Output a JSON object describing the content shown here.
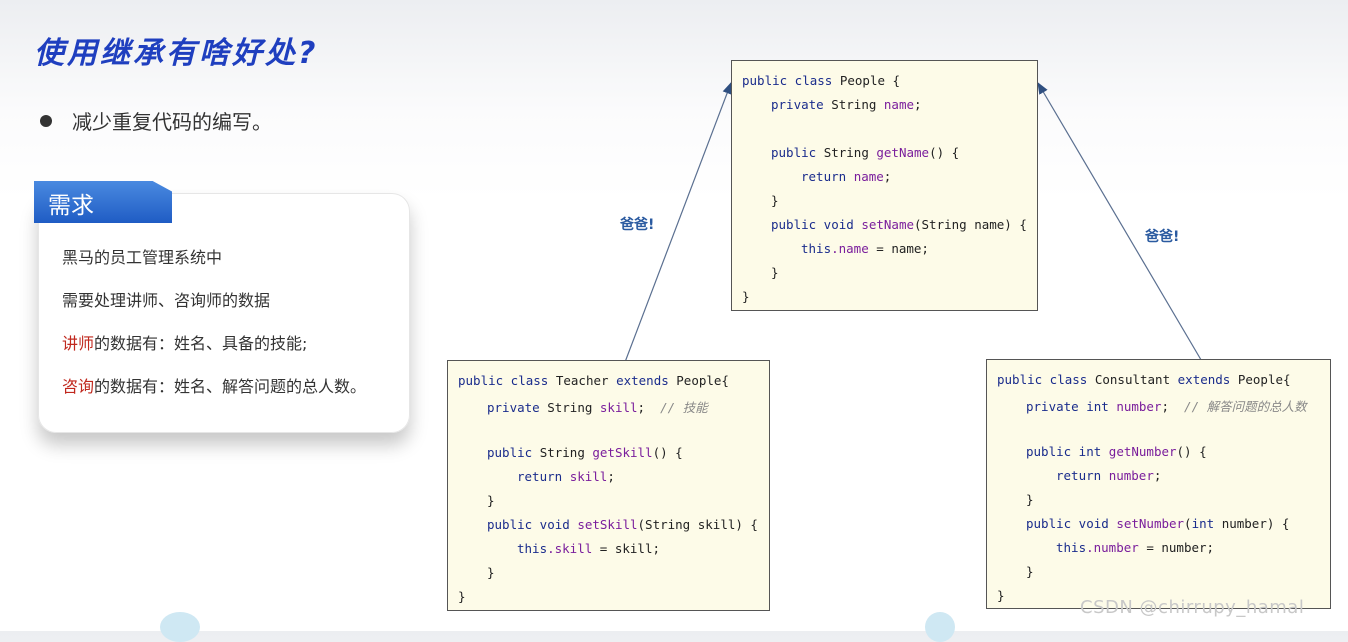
{
  "title": "使用继承有啥好处?",
  "bullet": "减少重复代码的编写。",
  "card": {
    "tag": "需求",
    "line1": "黑马的员工管理系统中",
    "line2": "需要处理讲师、咨询师的数据",
    "line3_hl": "讲师",
    "line3_rest": "的数据有：姓名、具备的技能;",
    "line4_hl": "咨询",
    "line4_rest": "的数据有：姓名、解答问题的总人数。"
  },
  "arrow_labels": {
    "left": "爸爸!",
    "right": "爸爸!"
  },
  "people": {
    "l1a": "public class ",
    "l1b": "People {",
    "l2a": "private ",
    "l2b": "String ",
    "l2c": "name",
    "l2d": ";",
    "l3a": "public ",
    "l3b": "String ",
    "l3c": "getName",
    "l3d": "() {",
    "l4a": "return ",
    "l4b": "name",
    "l4c": ";",
    "l5": "}",
    "l6a": "public void ",
    "l6b": "setName",
    "l6c": "(String name) {",
    "l7a": "this",
    "l7b": ".name",
    "l7c": " = name;",
    "l8": "}",
    "l9": "}"
  },
  "teacher": {
    "l1a": "public class ",
    "l1b": "Teacher ",
    "l1c": "extends ",
    "l1d": "People{",
    "l2a": "private ",
    "l2b": "String ",
    "l2c": "skill",
    "l2d": ";  ",
    "l2e": "// 技能",
    "l3a": "public ",
    "l3b": "String ",
    "l3c": "getSkill",
    "l3d": "() {",
    "l4a": "return ",
    "l4b": "skill",
    "l4c": ";",
    "l5": "}",
    "l6a": "public void ",
    "l6b": "setSkill",
    "l6c": "(String skill) {",
    "l7a": "this",
    "l7b": ".skill",
    "l7c": " = skill;",
    "l8": "}",
    "l9": "}"
  },
  "consultant": {
    "l1a": "public class ",
    "l1b": "Consultant ",
    "l1c": "extends ",
    "l1d": "People{",
    "l2a": "private int ",
    "l2b": "number",
    "l2c": ";  ",
    "l2d": "// 解答问题的总人数",
    "l3a": "public int ",
    "l3b": "getNumber",
    "l3c": "() {",
    "l4a": "return ",
    "l4b": "number",
    "l4c": ";",
    "l5": "}",
    "l6a": "public void ",
    "l6b": "setNumber",
    "l6c": "(",
    "l6d": "int ",
    "l6e": "number) {",
    "l7a": "this",
    "l7b": ".number",
    "l7c": " = number;",
    "l8": "}",
    "l9": "}"
  },
  "watermark": "CSDN @chirrupy_hamal"
}
